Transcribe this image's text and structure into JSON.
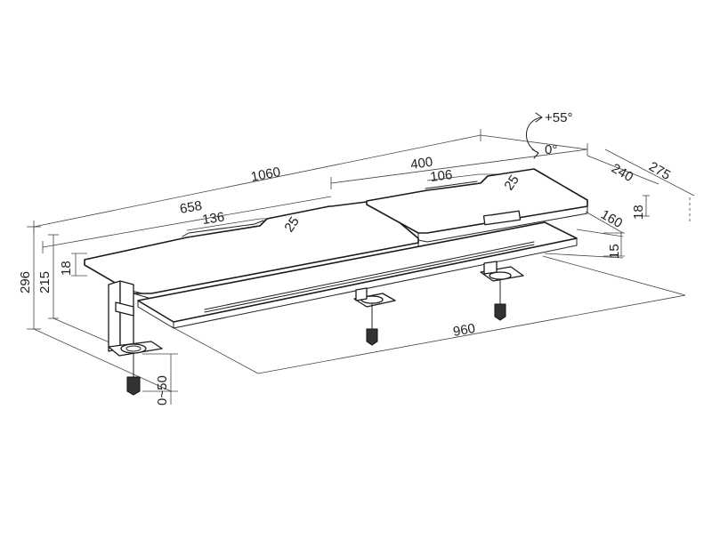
{
  "dimensions": {
    "overall_width": "1060",
    "left_shelf_width": "658",
    "left_cutout_width": "136",
    "left_cutout_depth": "25",
    "right_shelf_width": "400",
    "right_cutout_width": "106",
    "right_cutout_depth": "25",
    "keyboard_tray_width": "960",
    "overall_depth": "275",
    "shelf_depth": "240",
    "tray_depth": "160",
    "shelf_thickness_right": "18",
    "tray_thickness": "15",
    "overall_height": "296",
    "shelf_height": "215",
    "shelf_thickness_left": "18",
    "clamp_range": "0~50",
    "tilt_up": "+55°",
    "tilt_zero": "0°"
  },
  "colors": {
    "line": "#222222",
    "background": "#ffffff"
  },
  "icons": {
    "rotation": "curved-arrow-icon"
  }
}
